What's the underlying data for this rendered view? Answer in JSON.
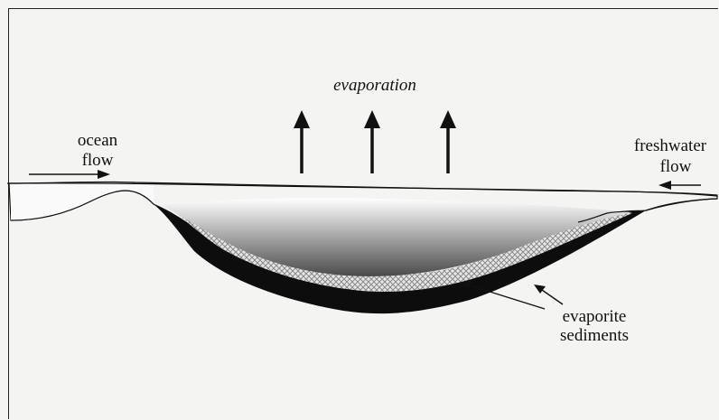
{
  "diagram": {
    "labels": {
      "evaporation": "evaporation",
      "ocean_flow_line1": "ocean",
      "ocean_flow_line2": "flow",
      "freshwater_flow_line1": "freshwater",
      "freshwater_flow_line2": "flow",
      "evaporite_line1": "evaporite",
      "evaporite_line2": "sediments"
    },
    "colors": {
      "water_top": "#ffffff",
      "water_bottom": "#4a4a4a",
      "sediment_dark": "#0d0d0d",
      "sediment_crosshatch": "#9a9a9a",
      "background": "#f4f4f2",
      "line": "#111111"
    },
    "icons": {
      "evaporation_arrows": "arrow-up-icon",
      "ocean_flow_arrow": "arrow-right-icon",
      "freshwater_flow_arrow": "arrow-left-icon",
      "evaporite_pointer_arrows": "arrow-pointer-icon"
    }
  }
}
